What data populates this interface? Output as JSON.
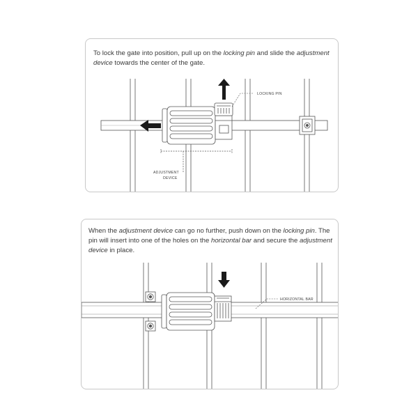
{
  "panel1": {
    "instruction": [
      {
        "t": "To lock the gate into position, pull up on the ",
        "i": false
      },
      {
        "t": "locking pin",
        "i": true
      },
      {
        "t": " and slide the ",
        "i": false
      },
      {
        "t": "adjustment device",
        "i": true
      },
      {
        "t": " towards the center of the gate.",
        "i": false
      }
    ],
    "labels": {
      "locking_pin": "LOCKING PIN",
      "adjustment_line1": "ADJUSTMENT",
      "adjustment_line2": "DEVICE"
    }
  },
  "panel2": {
    "instruction": [
      {
        "t": "When the ",
        "i": false
      },
      {
        "t": "adjustment device",
        "i": true
      },
      {
        "t": " can go no further, push down on the ",
        "i": false
      },
      {
        "t": "locking pin",
        "i": true
      },
      {
        "t": ". The pin will insert into one of the holes on the ",
        "i": false
      },
      {
        "t": "horizontal bar",
        "i": true
      },
      {
        "t": " and secure the ",
        "i": false
      },
      {
        "t": "adjustment device",
        "i": true
      },
      {
        "t": " in place.",
        "i": false
      }
    ],
    "labels": {
      "horizontal_bar": "HORIZONTAL BAR"
    }
  },
  "colors": {
    "line": "#555555",
    "arrow": "#1a1a1a",
    "border": "#c8c8c8",
    "text": "#3a3a3a"
  }
}
